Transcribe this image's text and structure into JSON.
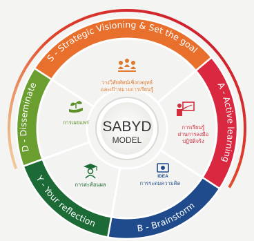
{
  "center": {
    "title": "SABYD",
    "subtitle": "MODEL"
  },
  "segments": [
    {
      "key": "s",
      "outer_label": "S - Strategic Visioning & Set the goal",
      "inner_lines": [
        "วางวิสัยทัศน์เชิงกลยุทธ์",
        "และเป้าหมายการเรียนรู้"
      ],
      "icon": "people-group-icon",
      "color": "#e8702c",
      "text_color": "#e0782e"
    },
    {
      "key": "a",
      "outer_label": "A - Active learning",
      "inner_lines": [
        "การเรียนรู้",
        "ผ่านการลงมือ",
        "ปฏิบัติจริง"
      ],
      "icon": "presenter-board-icon",
      "color": "#d9283f",
      "text_color": "#d42b3c"
    },
    {
      "key": "b",
      "outer_label": "B - Brainstorm",
      "inner_lines": [
        "การระดมความคิด"
      ],
      "icon": "idea-icon",
      "color": "#1f4a8c",
      "text_color": "#1f4a8c"
    },
    {
      "key": "y",
      "outer_label": "Y - Your reflection",
      "inner_lines": [
        "การสะท้อนผล"
      ],
      "icon": "graduate-icon",
      "color": "#1c6b37",
      "text_color": "#1c6b37"
    },
    {
      "key": "d",
      "outer_label": "D - Disseminate",
      "inner_lines": [
        "การเผยแพร่"
      ],
      "icon": "sprout-hand-icon",
      "color": "#6a9e2f",
      "text_color": "#5d8f2a"
    }
  ],
  "colors": {
    "ring_red": "#c8102e",
    "ring_orange": "#f0a030",
    "inner_fill": "#f3f3f1"
  }
}
